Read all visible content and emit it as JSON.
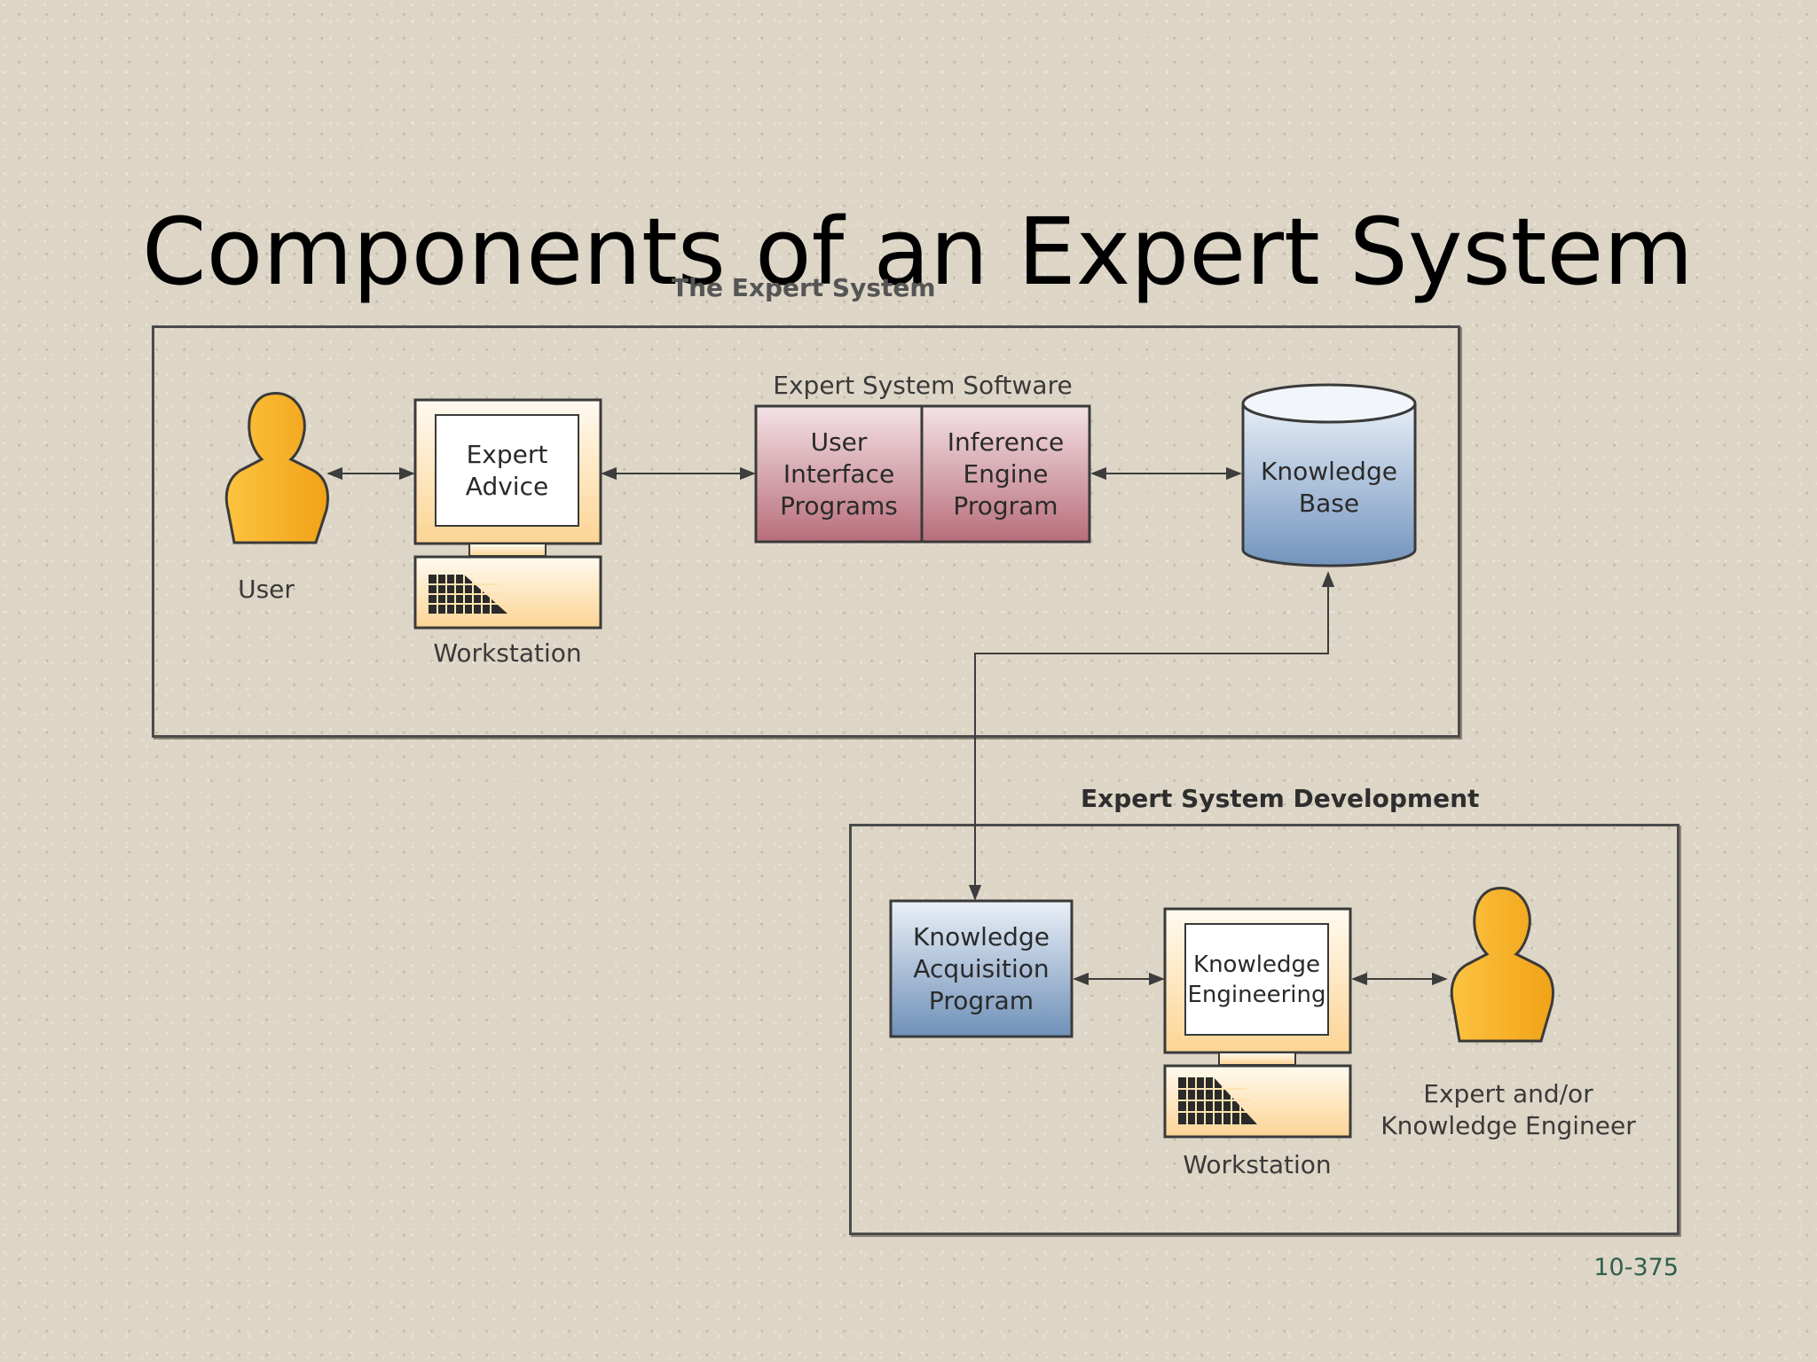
{
  "slide": {
    "title": "Components of an Expert System",
    "page_number": "10-375"
  },
  "expert_system": {
    "title": "The Expert System",
    "user_label": "User",
    "screen_text": "Expert\nAdvice",
    "workstation_label": "Workstation",
    "software_title": "Expert System Software",
    "ui_programs": "User\nInterface\nPrograms",
    "inference_engine": "Inference\nEngine\nProgram",
    "knowledge_base": "Knowledge\nBase"
  },
  "development": {
    "title": "Expert System Development",
    "acquisition_program": "Knowledge\nAcquisition\nProgram",
    "screen_text": "Knowledge\nEngineering",
    "workstation_label": "Workstation",
    "engineer_label": "Expert and/or\nKnowledge Engineer"
  },
  "colors": {
    "background": "#ddd5c6",
    "person": "#f6b22b",
    "workstation": "#fde3b0",
    "software_box": "#c47f8c",
    "knowledge_base": "#7f9fc4",
    "acquisition_box": "#7f9fc4"
  }
}
